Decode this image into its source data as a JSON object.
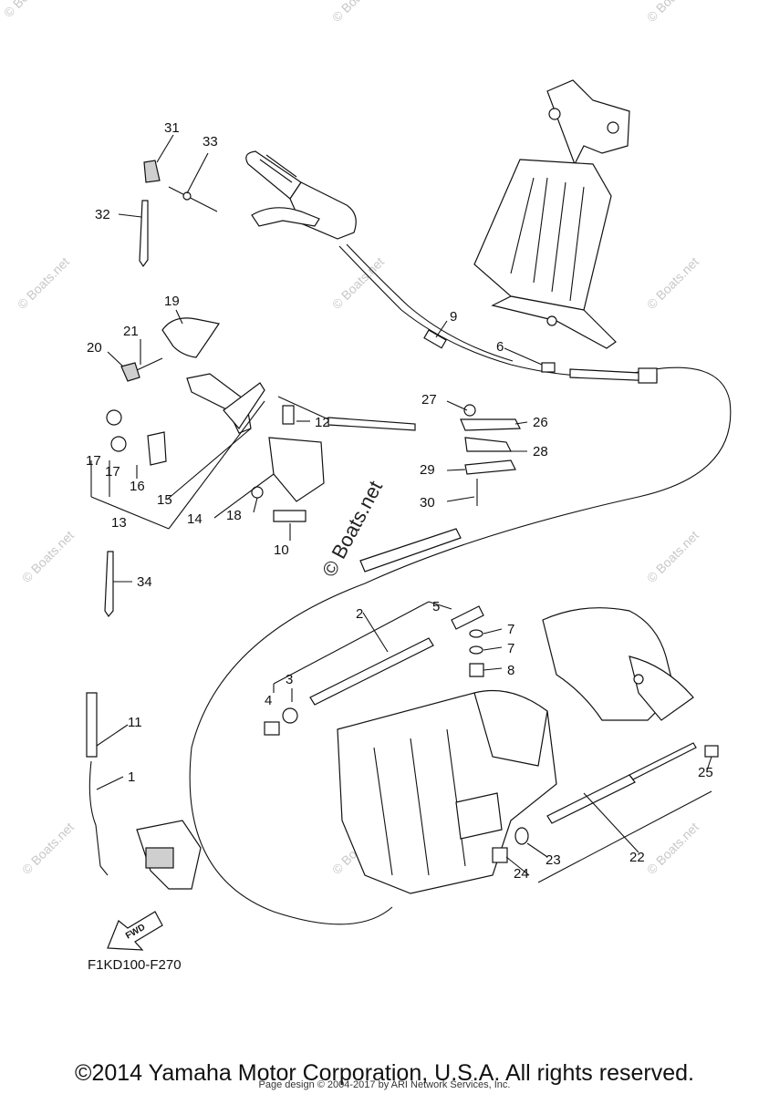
{
  "diagram": {
    "code": "F1KD100-F270",
    "fwd_label": "FWD",
    "center_watermark": "© Boats.net",
    "watermark": "© Boats.net",
    "callouts": [
      {
        "id": "c1",
        "text": "1"
      },
      {
        "id": "c2",
        "text": "2"
      },
      {
        "id": "c3",
        "text": "3"
      },
      {
        "id": "c4",
        "text": "4"
      },
      {
        "id": "c5",
        "text": "5"
      },
      {
        "id": "c6",
        "text": "6"
      },
      {
        "id": "c7a",
        "text": "7"
      },
      {
        "id": "c7b",
        "text": "7"
      },
      {
        "id": "c8",
        "text": "8"
      },
      {
        "id": "c9",
        "text": "9"
      },
      {
        "id": "c10",
        "text": "10"
      },
      {
        "id": "c11",
        "text": "11"
      },
      {
        "id": "c12",
        "text": "12"
      },
      {
        "id": "c13",
        "text": "13"
      },
      {
        "id": "c14",
        "text": "14"
      },
      {
        "id": "c15",
        "text": "15"
      },
      {
        "id": "c16",
        "text": "16"
      },
      {
        "id": "c17a",
        "text": "17"
      },
      {
        "id": "c17b",
        "text": "17"
      },
      {
        "id": "c18",
        "text": "18"
      },
      {
        "id": "c19",
        "text": "19"
      },
      {
        "id": "c20",
        "text": "20"
      },
      {
        "id": "c21",
        "text": "21"
      },
      {
        "id": "c22",
        "text": "22"
      },
      {
        "id": "c23",
        "text": "23"
      },
      {
        "id": "c24",
        "text": "24"
      },
      {
        "id": "c25",
        "text": "25"
      },
      {
        "id": "c26",
        "text": "26"
      },
      {
        "id": "c27",
        "text": "27"
      },
      {
        "id": "c28",
        "text": "28"
      },
      {
        "id": "c29",
        "text": "29"
      },
      {
        "id": "c30",
        "text": "30"
      },
      {
        "id": "c31",
        "text": "31"
      },
      {
        "id": "c32",
        "text": "32"
      },
      {
        "id": "c33",
        "text": "33"
      },
      {
        "id": "c34",
        "text": "34"
      }
    ]
  },
  "footer": {
    "copyright": "©2014 Yamaha Motor Corporation, U.S.A. All rights reserved.",
    "page_design": "Page design © 2004-2017 by ARI Network Services, Inc."
  }
}
